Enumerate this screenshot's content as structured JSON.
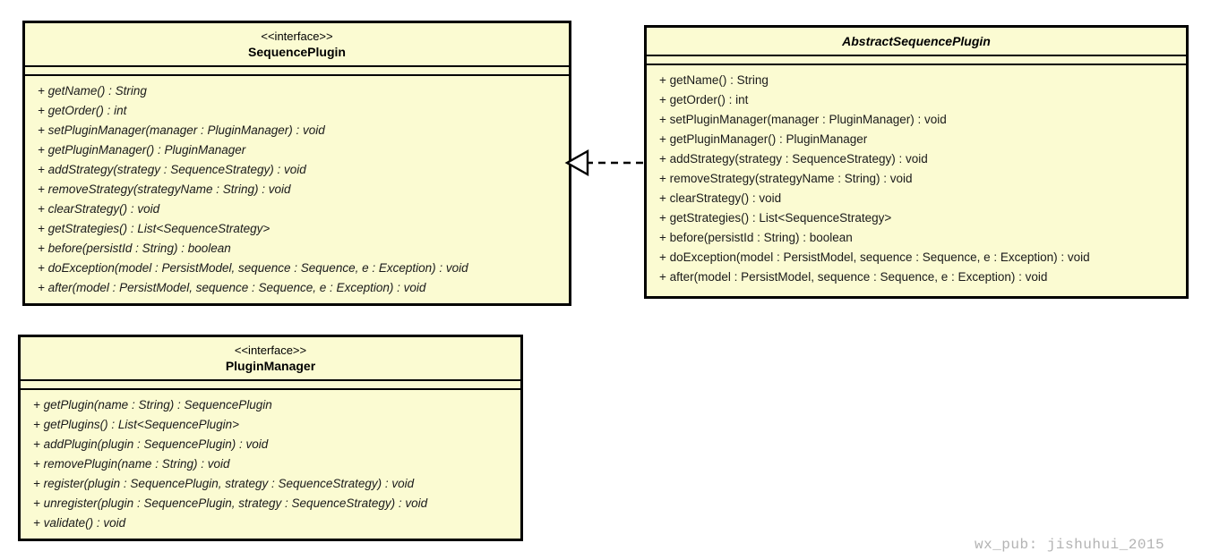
{
  "diagram": {
    "type": "uml-class-diagram",
    "background_color": "#ffffff",
    "class_fill_color": "#fbfbd2",
    "class_border_color": "#000000"
  },
  "classes": [
    {
      "id": "sequence-plugin",
      "stereotype": "<<interface>>",
      "name": "SequencePlugin",
      "is_abstract": false,
      "italic_members": true,
      "attributes": [],
      "methods": [
        "+ getName() : String",
        "+ getOrder() : int",
        "+ setPluginManager(manager : PluginManager) : void",
        "+ getPluginManager() : PluginManager",
        "+ addStrategy(strategy : SequenceStrategy) : void",
        "+ removeStrategy(strategyName : String) : void",
        "+ clearStrategy() : void",
        "+ getStrategies() : List<SequenceStrategy>",
        "+ before(persistId : String) : boolean",
        "+ doException(model : PersistModel, sequence : Sequence, e : Exception) : void",
        "+ after(model : PersistModel, sequence : Sequence, e : Exception) : void"
      ]
    },
    {
      "id": "abstract-sequence-plugin",
      "stereotype": "",
      "name": "AbstractSequencePlugin",
      "is_abstract": true,
      "italic_members": false,
      "attributes": [],
      "methods": [
        "+ getName() : String",
        "+ getOrder() : int",
        "+ setPluginManager(manager : PluginManager) : void",
        "+ getPluginManager() : PluginManager",
        "+ addStrategy(strategy : SequenceStrategy) : void",
        "+ removeStrategy(strategyName : String) : void",
        "+ clearStrategy() : void",
        "+ getStrategies() : List<SequenceStrategy>",
        "+ before(persistId : String) : boolean",
        "+ doException(model : PersistModel, sequence : Sequence, e : Exception) : void",
        "+ after(model : PersistModel, sequence : Sequence, e : Exception) : void"
      ]
    },
    {
      "id": "plugin-manager",
      "stereotype": "<<interface>>",
      "name": "PluginManager",
      "is_abstract": false,
      "italic_members": true,
      "attributes": [],
      "methods": [
        "+ getPlugin(name : String) : SequencePlugin",
        "+ getPlugins() : List<SequencePlugin>",
        "+ addPlugin(plugin : SequencePlugin) : void",
        "+ removePlugin(name : String) : void",
        "+ register(plugin : SequencePlugin, strategy : SequenceStrategy) : void",
        "+ unregister(plugin : SequencePlugin, strategy : SequenceStrategy) : void",
        "+ validate() : void"
      ]
    }
  ],
  "relationships": [
    {
      "id": "realization-abstract-implements-sequenceplugin",
      "kind": "realization",
      "line_style": "dashed",
      "arrow_head": "hollow-triangle",
      "from": "AbstractSequencePlugin",
      "to": "SequencePlugin",
      "label": ""
    }
  ],
  "watermark": {
    "text": "wx_pub: jishuhui_2015",
    "color": "#b3b3b3"
  }
}
